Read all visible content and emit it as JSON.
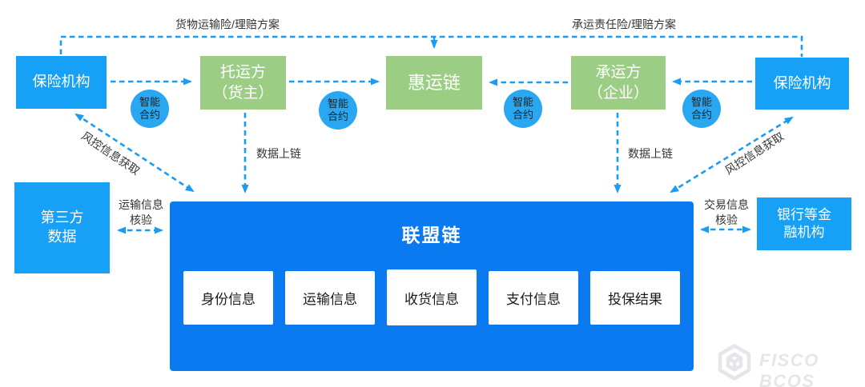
{
  "diagram": {
    "top_flows": {
      "cargo_insurance": "货物运输险/理赔方案",
      "carrier_liability": "承运责任险/理赔方案"
    },
    "nodes": {
      "insurance_left": {
        "label": "保险机构"
      },
      "shipper": {
        "line1": "托运方",
        "line2": "（货主）"
      },
      "hui_yun_lian": {
        "label": "惠运链"
      },
      "carrier": {
        "line1": "承运方",
        "line2": "（企业）"
      },
      "insurance_right": {
        "label": "保险机构"
      },
      "third_party_data": {
        "line1": "第三方",
        "line2": "数据"
      },
      "bank": {
        "line1": "银行等金",
        "line2": "融机构"
      },
      "consortium_chain": {
        "label": "联盟链"
      }
    },
    "smart_contract": {
      "line1": "智能",
      "line2": "合约"
    },
    "edges": {
      "data_onchain_left": "数据上链",
      "data_onchain_right": "数据上链",
      "risk_info_left": "风控信息获取",
      "risk_info_right": "风控信息获取",
      "transport_verify": {
        "line1": "运输信息",
        "line2": "核验"
      },
      "transaction_verify": {
        "line1": "交易信息",
        "line2": "核验"
      }
    },
    "chain_blocks": [
      "身份信息",
      "运输信息",
      "收货信息",
      "支付信息",
      "投保结果"
    ],
    "watermark": {
      "brand": "FISCO BCOS"
    },
    "colors": {
      "node_blue": "#16a0f6",
      "node_green": "#9bce84",
      "chain_blue": "#0b79ef",
      "arrow_blue": "#1a9bf4",
      "circle_blue": "#29a7f1",
      "watermark_gray": "#e6e6ea"
    }
  }
}
